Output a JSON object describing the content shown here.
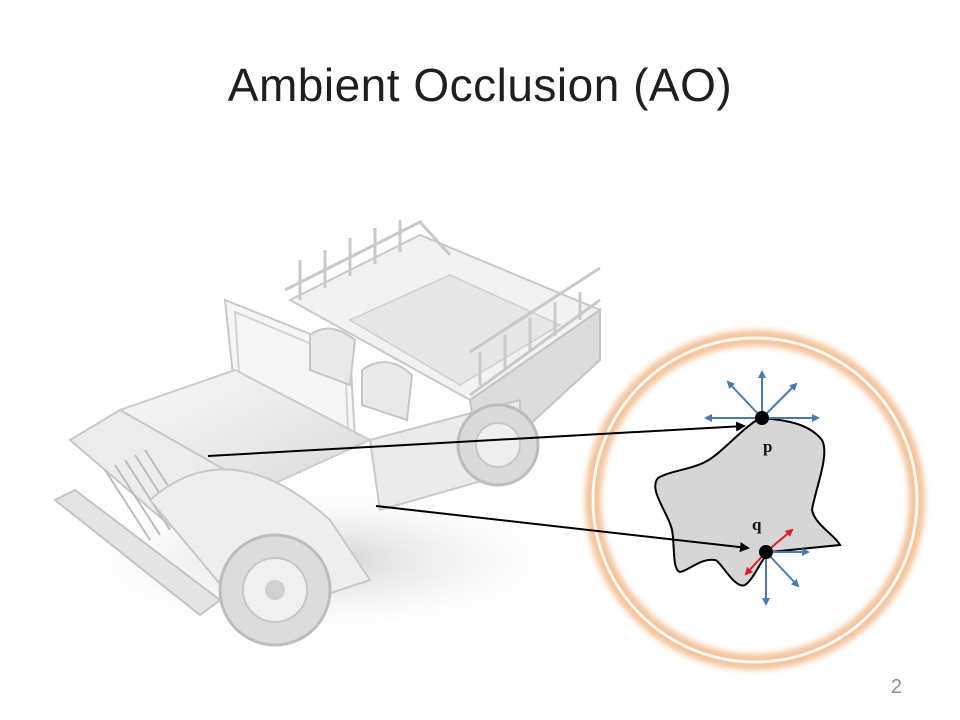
{
  "slide": {
    "title": "Ambient Occlusion (AO)",
    "page_number": "2"
  },
  "diagram": {
    "point_p_label": "p",
    "point_q_label": "q",
    "colors": {
      "ray_unoccluded": "#4a78b5",
      "ray_occluded": "#e02020",
      "surface_fill": "#d6d6d6",
      "hemisphere_glow": "#f2b989",
      "pointer_line": "#000000"
    }
  }
}
